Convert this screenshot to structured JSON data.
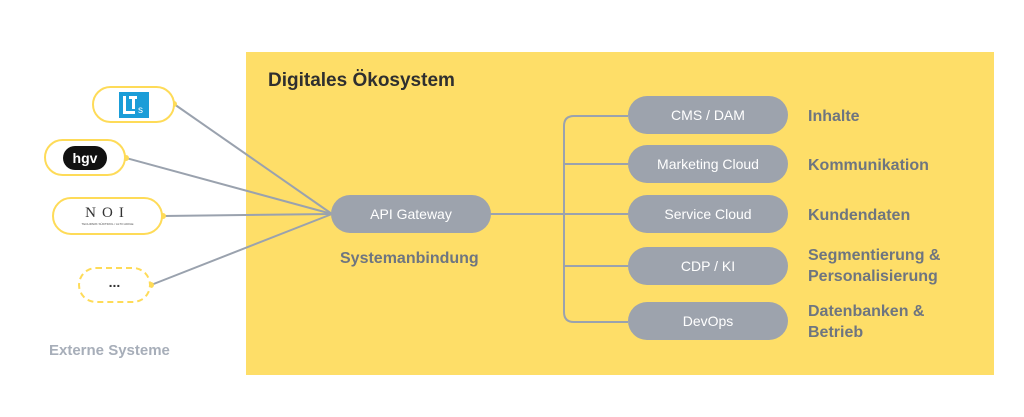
{
  "ecosystem": {
    "title": "Digitales Ökosystem"
  },
  "gateway": {
    "label": "API Gateway",
    "caption": "Systemanbindung"
  },
  "external": {
    "label": "Externe Systeme",
    "logos": [
      {
        "icon": "lts-logo-icon"
      },
      {
        "icon": "hgv-logo-icon",
        "text": "hgv"
      },
      {
        "icon": "noi-logo-icon",
        "text": "NOI",
        "subtext": "TECHPARK SÜDTIROL / ALTO ADIGE"
      },
      {
        "icon": "more-systems-icon",
        "text": "..."
      }
    ]
  },
  "services": [
    {
      "label": "CMS / DAM",
      "caption": "Inhalte"
    },
    {
      "label": "Marketing Cloud",
      "caption": "Kommunikation"
    },
    {
      "label": "Service Cloud",
      "caption": "Kundendaten"
    },
    {
      "label": "CDP / KI",
      "caption": "Segmentierung & Personalisierung"
    },
    {
      "label": "DevOps",
      "caption": "Datenbanken & Betrieb"
    }
  ],
  "colors": {
    "yellow": "#fede68",
    "pill": "#9da3ad",
    "line": "#9aa2ae",
    "logo_border": "#fedb58"
  }
}
